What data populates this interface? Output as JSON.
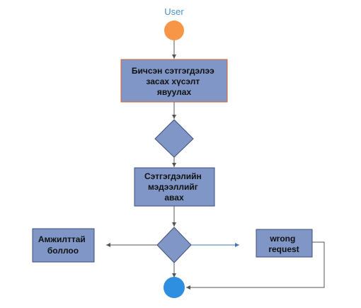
{
  "diagram": {
    "start_label": "User",
    "box1": {
      "lines": [
        "Бичсэн сэтгэгдэлээ",
        "засах хүсэлт",
        "явуулах"
      ]
    },
    "box2": {
      "lines": [
        "Сэтгэгдэлийн",
        "мэдээллийг",
        "авах"
      ]
    },
    "box_success": {
      "lines": [
        "Амжилттай",
        "боллоо"
      ]
    },
    "box_wrong": {
      "lines": [
        "wrong",
        "request"
      ]
    }
  },
  "colors": {
    "box_fill": "#7f96c6",
    "box_border": "#3d4f78",
    "box1_border": "#d9622b",
    "start_fill": "#f79646",
    "end_fill": "#2e8ee0",
    "start_label": "#4a90d0",
    "connector": "#555555",
    "connector_blue": "#3b79b5"
  }
}
